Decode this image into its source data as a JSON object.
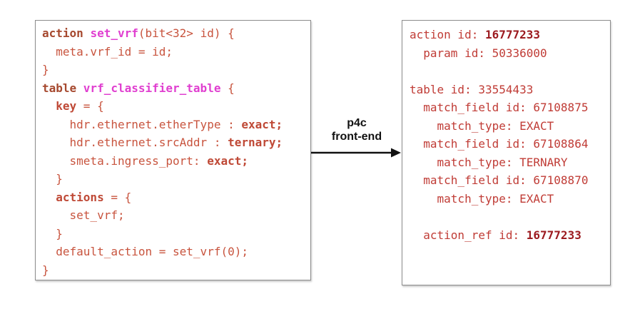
{
  "palette": {
    "code_body": "#c8543e",
    "code_keyword": "#a6492f",
    "code_name": "#e03fd0",
    "code_bold": "#bf4936",
    "output_text": "#c03c36",
    "output_bold": "#9c1b20",
    "arrow_color": "#111111",
    "box_border": "#8c8c8c"
  },
  "arrow": {
    "label_line1": "p4c",
    "label_line2": "front-end"
  },
  "left_panel": {
    "lines": [
      [
        {
          "t": "action ",
          "c": "kw"
        },
        {
          "t": "set_vrf",
          "c": "name"
        },
        {
          "t": "(bit<32> id) {",
          "c": ""
        }
      ],
      [
        {
          "t": "  meta.vrf_id = id;",
          "c": ""
        }
      ],
      [
        {
          "t": "}",
          "c": ""
        }
      ],
      [
        {
          "t": "table ",
          "c": "kw"
        },
        {
          "t": "vrf_classifier_table",
          "c": "name"
        },
        {
          "t": " {",
          "c": ""
        }
      ],
      [
        {
          "t": "  ",
          "c": ""
        },
        {
          "t": "key",
          "c": "b"
        },
        {
          "t": " = {",
          "c": ""
        }
      ],
      [
        {
          "t": "    hdr.ethernet.etherType : ",
          "c": ""
        },
        {
          "t": "exact;",
          "c": "b"
        }
      ],
      [
        {
          "t": "    hdr.ethernet.srcAddr : ",
          "c": ""
        },
        {
          "t": "ternary;",
          "c": "b"
        }
      ],
      [
        {
          "t": "    smeta.ingress_port: ",
          "c": ""
        },
        {
          "t": "exact;",
          "c": "b"
        }
      ],
      [
        {
          "t": "  }",
          "c": ""
        }
      ],
      [
        {
          "t": "  ",
          "c": ""
        },
        {
          "t": "actions",
          "c": "b"
        },
        {
          "t": " = {",
          "c": ""
        }
      ],
      [
        {
          "t": "    set_vrf;",
          "c": ""
        }
      ],
      [
        {
          "t": "  }",
          "c": ""
        }
      ],
      [
        {
          "t": "  default_action = set_vrf(0);",
          "c": ""
        }
      ],
      [
        {
          "t": "}",
          "c": ""
        }
      ]
    ]
  },
  "right_panel": {
    "lines": [
      [
        {
          "t": "action id: ",
          "c": ""
        },
        {
          "t": "16777233",
          "c": "b"
        }
      ],
      [
        {
          "t": "  param id: 50336000",
          "c": ""
        }
      ],
      [],
      [
        {
          "t": "table id: 33554433",
          "c": ""
        }
      ],
      [
        {
          "t": "  match_field id: 67108875",
          "c": ""
        }
      ],
      [
        {
          "t": "    match_type: EXACT",
          "c": ""
        }
      ],
      [
        {
          "t": "  match_field id: 67108864",
          "c": ""
        }
      ],
      [
        {
          "t": "    match_type: TERNARY",
          "c": ""
        }
      ],
      [
        {
          "t": "  match_field id: 67108870",
          "c": ""
        }
      ],
      [
        {
          "t": "    match_type: EXACT",
          "c": ""
        }
      ],
      [],
      [
        {
          "t": "  action_ref id: ",
          "c": ""
        },
        {
          "t": "16777233",
          "c": "b"
        }
      ]
    ]
  }
}
